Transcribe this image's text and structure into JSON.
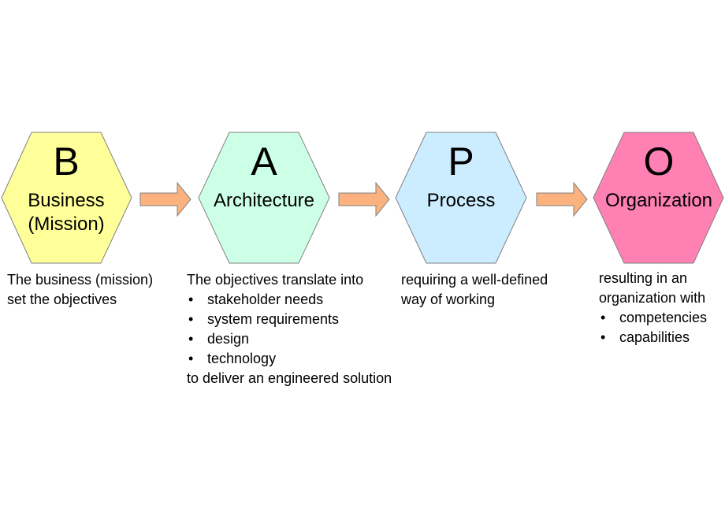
{
  "colors": {
    "business": "#ffff99",
    "architecture": "#ccffe6",
    "process": "#ccecff",
    "organization": "#ff80b3",
    "arrow": "#fbb27e"
  },
  "steps": [
    {
      "letter": "B",
      "label_lines": [
        "Business",
        "(Mission)"
      ]
    },
    {
      "letter": "A",
      "label_lines": [
        "Architecture"
      ]
    },
    {
      "letter": "P",
      "label_lines": [
        "Process"
      ]
    },
    {
      "letter": "O",
      "label_lines": [
        "Organization"
      ]
    }
  ],
  "descriptions": {
    "business": {
      "lines": [
        "The business (mission)",
        "set the objectives"
      ]
    },
    "architecture": {
      "intro": "The objectives translate into",
      "bullets": [
        "stakeholder needs",
        "system requirements",
        "design",
        "technology"
      ],
      "outro": "to deliver an engineered solution"
    },
    "process": {
      "lines": [
        "requiring a well-defined",
        "way of working"
      ]
    },
    "organization": {
      "lines": [
        "resulting in an",
        "organization with"
      ],
      "bullets": [
        "competencies",
        "capabilities"
      ]
    }
  }
}
